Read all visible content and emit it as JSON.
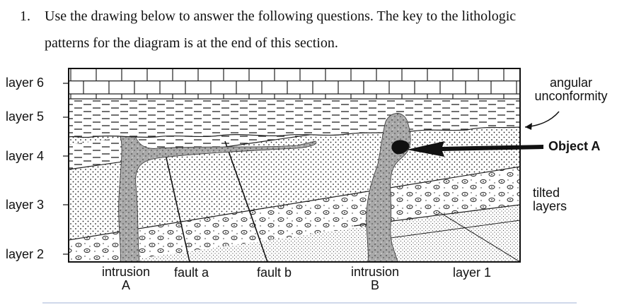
{
  "question": {
    "number": "1.",
    "line1": "Use the drawing below to answer the following questions. The key to the lithologic",
    "line2": "patterns for the diagram is at the end of this section."
  },
  "left_labels": [
    "layer 6",
    "layer 5",
    "layer 4",
    "layer 3",
    "layer 2"
  ],
  "bottom_labels": {
    "intrusion_a": [
      "intrusion",
      "A"
    ],
    "fault_a": "fault a",
    "fault_b": "fault b",
    "intrusion_b": [
      "intrusion",
      "B"
    ],
    "layer_1": "layer 1"
  },
  "right_labels": {
    "angular_unconformity": [
      "angular",
      "unconformity"
    ],
    "object_a": "Object A",
    "tilted_layers": [
      "tilted",
      "layers"
    ]
  }
}
